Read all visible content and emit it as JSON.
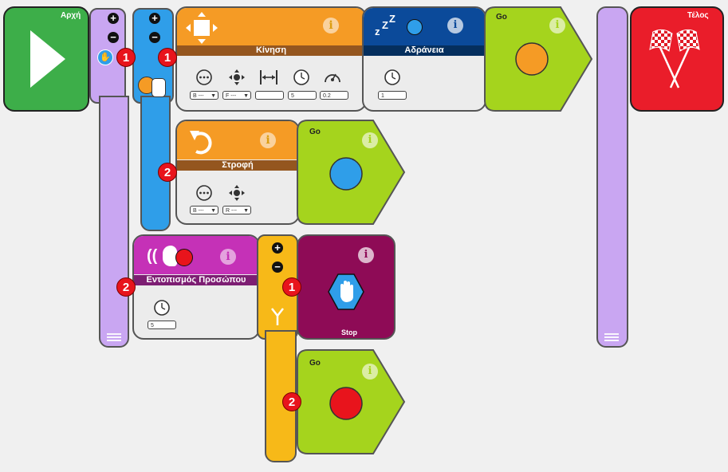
{
  "start": {
    "label": "Αρχή"
  },
  "end": {
    "label": "Τέλος"
  },
  "colors": {
    "start_green": "#3dae49",
    "end_red": "#ea1d2a",
    "lilac": "#c9a6f2",
    "blue": "#2f9ee9",
    "orange": "#f59b25",
    "navy": "#0b4a9a",
    "lime": "#a5d41d",
    "magenta": "#c531b7",
    "maroon": "#8e0b56",
    "yellow": "#f7b918"
  },
  "blocks": {
    "move": {
      "title": "Κίνηση",
      "fields": [
        {
          "icon": "dots-icon",
          "value": "B ---"
        },
        {
          "icon": "direction-icon",
          "value": "F ---"
        },
        {
          "icon": "distance-icon",
          "value": ""
        },
        {
          "icon": "clock-icon",
          "value": "5"
        },
        {
          "icon": "speedometer-icon",
          "value": "0.2"
        }
      ]
    },
    "idle": {
      "title": "Αδράνεια",
      "fields": [
        {
          "icon": "clock-icon",
          "value": "1"
        }
      ]
    },
    "go1": {
      "title": "Go"
    },
    "turn": {
      "title": "Στροφή",
      "fields": [
        {
          "icon": "dots-icon",
          "value": "B ---"
        },
        {
          "icon": "direction-icon",
          "value": "R ---"
        }
      ]
    },
    "go2": {
      "title": "Go"
    },
    "face": {
      "title": "Εντοπισμός Προσώπου",
      "fields": [
        {
          "icon": "clock-icon",
          "value": "5"
        }
      ]
    },
    "stop": {
      "title": "Stop"
    },
    "go3": {
      "title": "Go"
    }
  },
  "badges": {
    "b1": "1",
    "b2": "1",
    "b3": "2",
    "b4": "2",
    "b5": "1",
    "b6": "2"
  }
}
